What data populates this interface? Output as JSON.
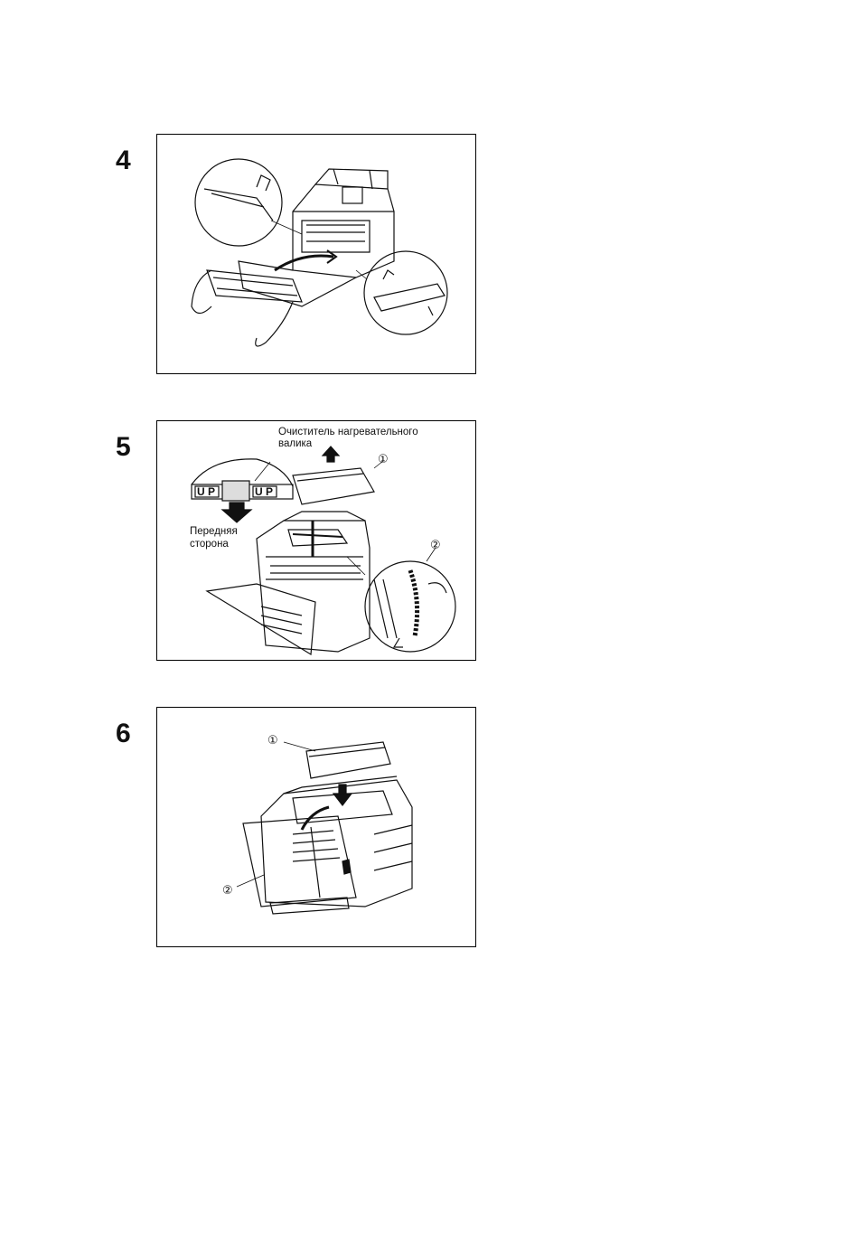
{
  "steps": [
    {
      "number": "4"
    },
    {
      "number": "5",
      "label_fuser_cleaner_line1": "Очиститель нагревательного",
      "label_fuser_cleaner_line2": "валика",
      "label_front_line1": "Передняя",
      "label_front_line2": "сторона",
      "up_label_left": "U P",
      "up_label_right": "U P",
      "marker_1": "①",
      "marker_2": "②"
    },
    {
      "number": "6",
      "marker_1": "①",
      "marker_2": "②"
    }
  ]
}
